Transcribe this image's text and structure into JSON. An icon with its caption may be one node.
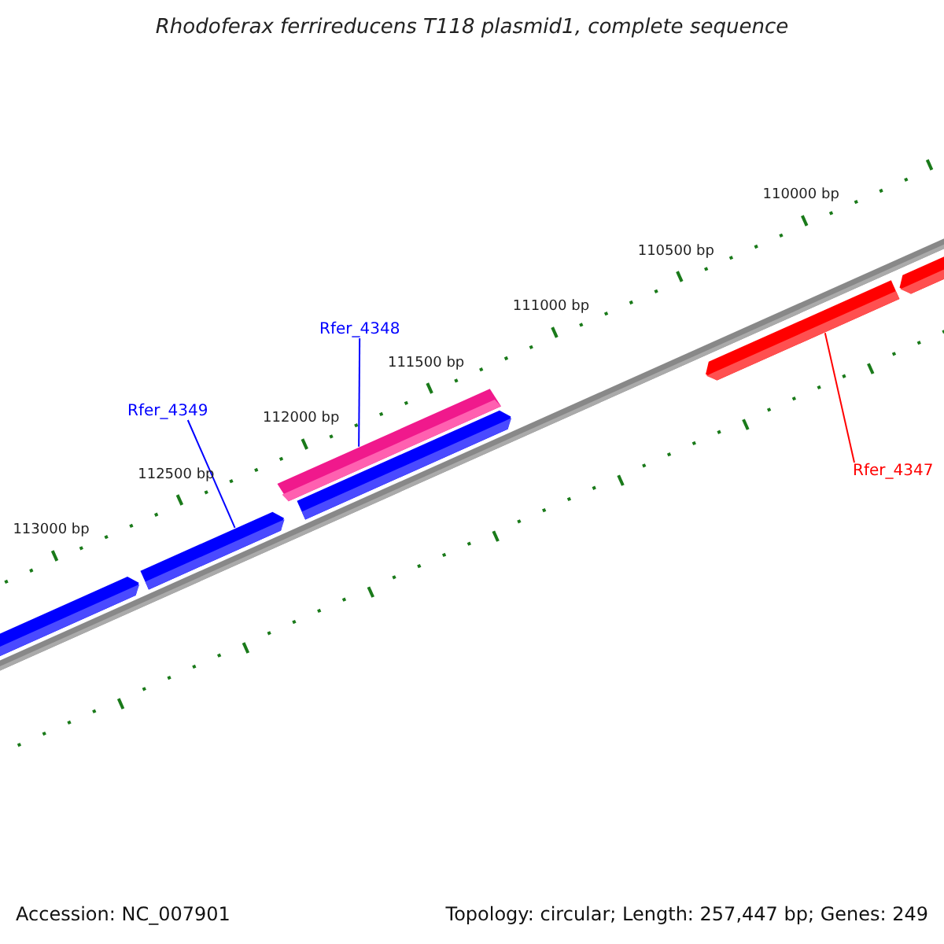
{
  "diagram": {
    "title": "Rhodoferax ferrireducens T118 plasmid1, complete sequence",
    "nodes": [
      {
        "text": [
          "Rfer_4349"
        ]
      },
      {
        "text": [
          "Rfer_4348"
        ]
      },
      {
        "text": [
          "Rfer_4347"
        ]
      },
      {
        "text": [],
        "shape": "arrow"
      },
      {
        "text": [],
        "shape": "arrow"
      },
      {
        "text": [],
        "shape": "arrow"
      },
      {
        "text": [],
        "shape": "arrow"
      },
      {
        "text": [],
        "shape": "arrow"
      },
      {
        "text": [],
        "shape": "arrow"
      }
    ],
    "edges": [
      {
        "from": 0,
        "to": 4,
        "arrow": "none"
      },
      {
        "from": 1,
        "to": 5,
        "arrow": "none"
      },
      {
        "from": 2,
        "to": 7,
        "arrow": "none",
        "color": "#ff0000"
      }
    ],
    "labels": [
      "110000 bp",
      "110500 bp",
      "111000 bp",
      "111500 bp",
      "112000 bp",
      "112500 bp",
      "113000 bp",
      "Accession: NC_007901",
      "Topology: circular; Length: 257,447 bp; Genes: 249"
    ]
  }
}
